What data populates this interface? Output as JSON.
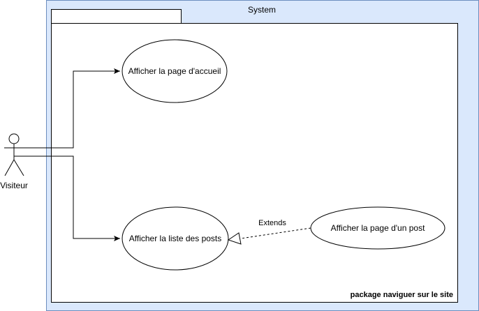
{
  "system": {
    "label": "System",
    "fill": "#dae8fc",
    "stroke": "#6c8ebf"
  },
  "package": {
    "name": "package naviguer sur le site"
  },
  "actor": {
    "name": "Visiteur"
  },
  "use_cases": {
    "home": "Afficher la page d'accueil",
    "list": "Afficher la liste des posts",
    "post": "Afficher la page d'un post"
  },
  "relations": {
    "extend_label": "Extends"
  }
}
